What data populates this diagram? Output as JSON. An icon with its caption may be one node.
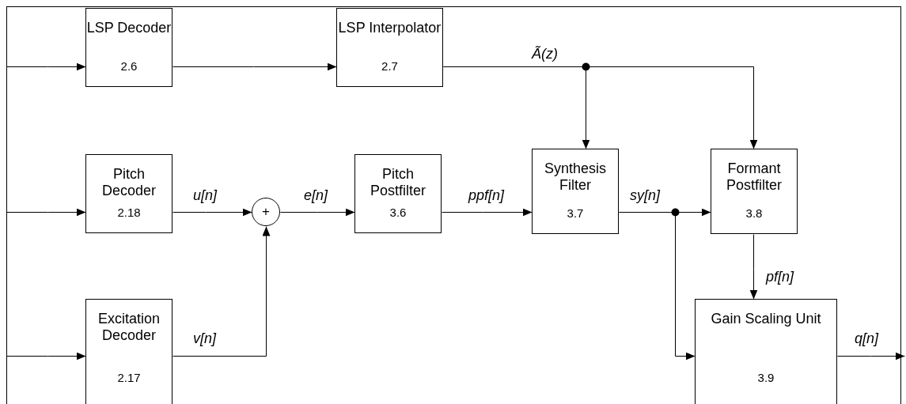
{
  "diagram": {
    "nodes": [
      {
        "text": [
          "LSP Decoder",
          "2.6"
        ]
      },
      {
        "text": [
          "LSP Interpolator",
          "2.7"
        ]
      },
      {
        "text": [
          "Pitch Decoder",
          "2.18"
        ]
      },
      {
        "text": [
          "+"
        ]
      },
      {
        "text": [
          "Pitch Postfilter",
          "3.6"
        ]
      },
      {
        "text": [
          "Synthesis Filter",
          "3.7"
        ]
      },
      {
        "text": [
          "Formant Postfilter",
          "3.8"
        ]
      },
      {
        "text": [
          "Excitation Decoder",
          "2.17"
        ]
      },
      {
        "text": [
          "Gain Scaling Unit",
          "3.9"
        ]
      }
    ],
    "edges": [
      {
        "from": null,
        "to": 0,
        "arrow": "to"
      },
      {
        "from": null,
        "to": 2,
        "arrow": "to"
      },
      {
        "from": null,
        "to": 7,
        "arrow": "to"
      },
      {
        "from": 0,
        "to": 1,
        "arrow": "to"
      },
      {
        "from": 1,
        "to": 5,
        "arrow": "to",
        "label": "Ã(z)"
      },
      {
        "from": 1,
        "to": 6,
        "arrow": "to"
      },
      {
        "from": 2,
        "to": 3,
        "arrow": "to",
        "label": "u[n]"
      },
      {
        "from": 7,
        "to": 3,
        "arrow": "to",
        "label": "v[n]"
      },
      {
        "from": 3,
        "to": 4,
        "arrow": "to",
        "label": "e[n]"
      },
      {
        "from": 4,
        "to": 5,
        "arrow": "to",
        "label": "ppf[n]"
      },
      {
        "from": 5,
        "to": 6,
        "arrow": "to",
        "label": "sy[n]"
      },
      {
        "from": 5,
        "to": 8,
        "arrow": "to"
      },
      {
        "from": 6,
        "to": 8,
        "arrow": "to",
        "label": "pf[n]"
      },
      {
        "from": 8,
        "to": null,
        "arrow": "to",
        "label": "q[n]"
      }
    ]
  }
}
